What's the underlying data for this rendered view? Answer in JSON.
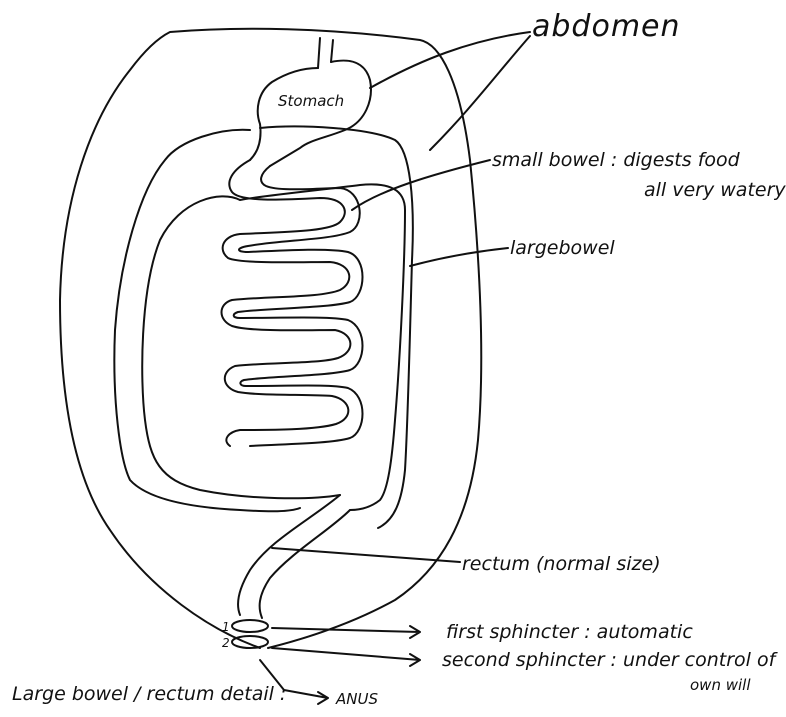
{
  "labels": {
    "abdomen": "abdomen",
    "stomach": "Stomach",
    "small_bowel_1": "small bowel : digests food",
    "small_bowel_2": "all very watery",
    "large_bowel": "largebowel",
    "rectum": "rectum (normal size)",
    "first_sphincter": "first sphincter : automatic",
    "second_sphincter_1": "second sphincter : under control of",
    "second_sphincter_2": "own will",
    "anus": "ANUS",
    "detail_caption": "Large bowel / rectum detail :",
    "marker_1": "1",
    "marker_2": "2"
  }
}
